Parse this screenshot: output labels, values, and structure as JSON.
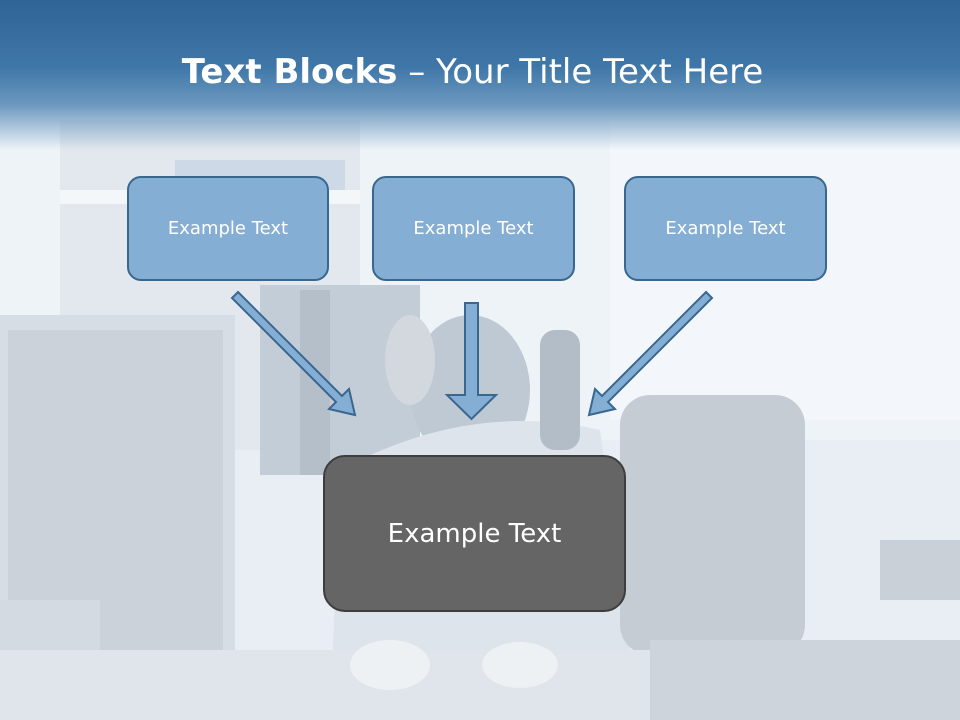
{
  "slide": {
    "title_bold": "Text Blocks",
    "title_rest": " – Your Title Text Here",
    "top_boxes": [
      "Example Text",
      "Example Text",
      "Example Text"
    ],
    "main_box": "Example Text"
  },
  "colors": {
    "header": "#3f77a8",
    "box_fill": "#84aed4",
    "box_border": "#3a6790",
    "main_fill": "#656565",
    "arrow_fill": "#84aed4"
  },
  "icons": {
    "arrows": "arrow-down-icon"
  }
}
